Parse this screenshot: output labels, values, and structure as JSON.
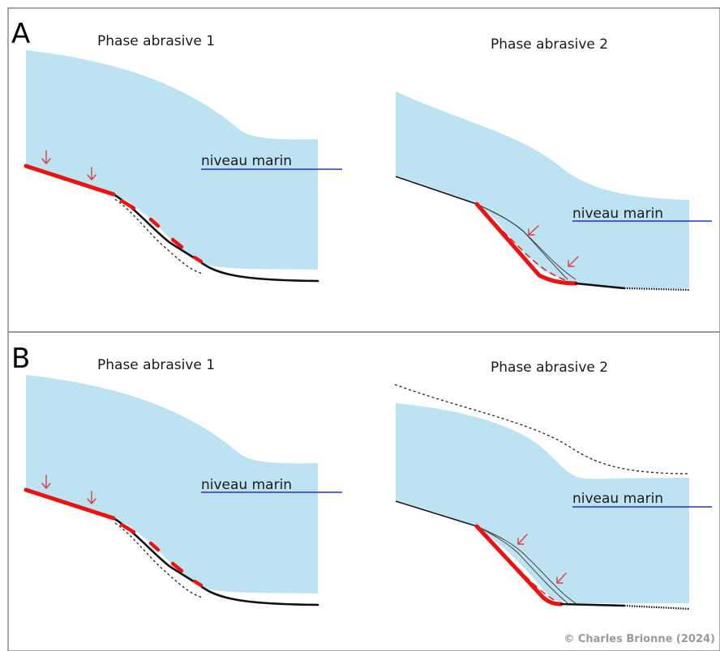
{
  "panels": [
    {
      "letter": "A",
      "phases": [
        {
          "title": "Phase abrasive 1",
          "sea_label": "niveau marin"
        },
        {
          "title": "Phase abrasive 2",
          "sea_label": "niveau marin"
        }
      ]
    },
    {
      "letter": "B",
      "phases": [
        {
          "title": "Phase abrasive 1",
          "sea_label": "niveau marin"
        },
        {
          "title": "Phase abrasive 2",
          "sea_label": "niveau marin"
        }
      ]
    }
  ],
  "copyright": "© Charles Brionne (2024)",
  "colors": {
    "water": "#bde3f3",
    "sea_level_line": "#2233cc",
    "erosion": "#ee1111",
    "arrow": "#d94040"
  }
}
